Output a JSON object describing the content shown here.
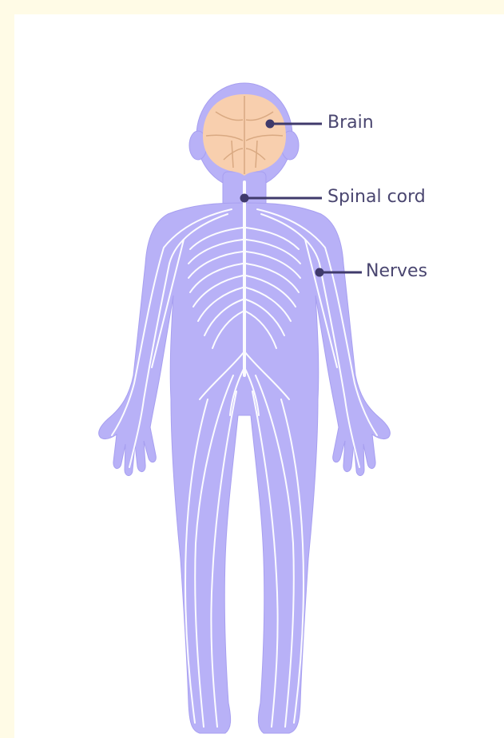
{
  "diagram": {
    "labels": {
      "brain": "Brain",
      "spinal_cord": "Spinal cord",
      "nerves": "Nerves"
    }
  },
  "colors": {
    "page_border": "#FFFBE6",
    "panel": "#FFFFFF",
    "body": "#B8B1F7",
    "body_outline": "#A79FF0",
    "brain": "#F8CFAE",
    "brain_lines": "#D9A982",
    "nerves": "#FFFFFF",
    "leader": "#3F3A6B",
    "label_text": "#4A4670"
  },
  "icons": {
    "figure": "human-body-figure",
    "brain": "brain-icon",
    "spinal_cord": "spinal-cord-icon",
    "nerves": "nerve-network-icon"
  }
}
